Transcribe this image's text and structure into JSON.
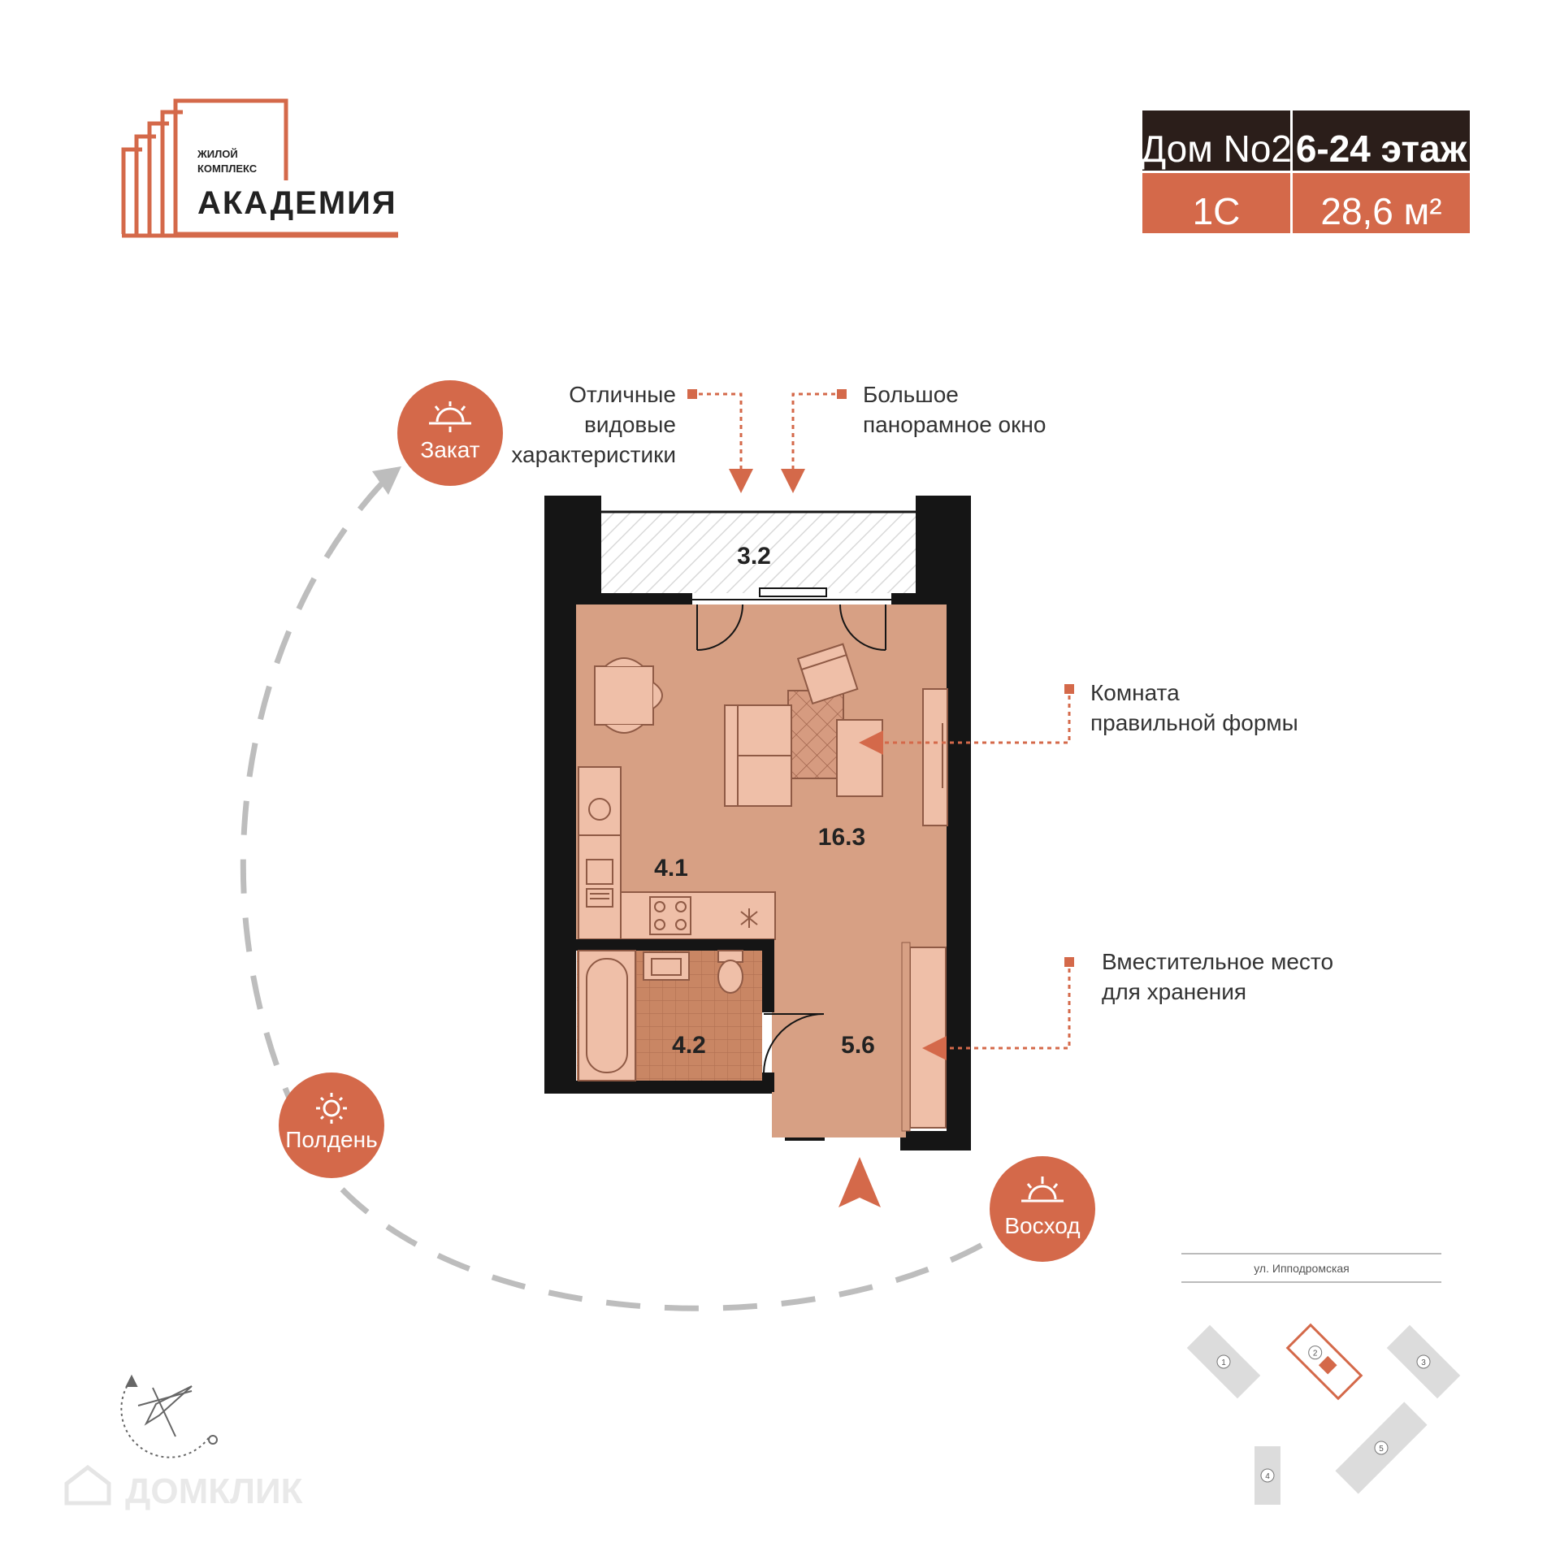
{
  "logo": {
    "line1": "ЖИЛОЙ",
    "line2": "КОМПЛЕКС",
    "name": "АКАДЕМИЯ"
  },
  "info_table": {
    "house": "Дом No2",
    "floors": "6-24 этаж",
    "type": "1С",
    "area": "28,6 м²"
  },
  "rooms": {
    "balcony": "3.2",
    "living": "16.3",
    "kitchen": "4.1",
    "bath": "4.2",
    "hall": "5.6"
  },
  "callouts": {
    "views": [
      "Отличные",
      "видовые",
      "характеристики"
    ],
    "window": [
      "Большое",
      "панорамное окно"
    ],
    "room": [
      "Комната",
      "правильной формы"
    ],
    "storage": [
      "Вместительное место",
      "для хранения"
    ]
  },
  "sun": {
    "sunset": "Закат",
    "noon": "Полдень",
    "sunrise": "Восход"
  },
  "site_plan": {
    "street": "ул. Ипподромская",
    "buildings": [
      "1",
      "2",
      "3",
      "4",
      "5"
    ]
  },
  "watermark": "ДОМКЛИК",
  "colors": {
    "accent": "#d4694a",
    "dark_header": "#2b1e1a",
    "room_fill": "#d7a084",
    "furniture": "#efbfa8",
    "wall": "#151515"
  }
}
